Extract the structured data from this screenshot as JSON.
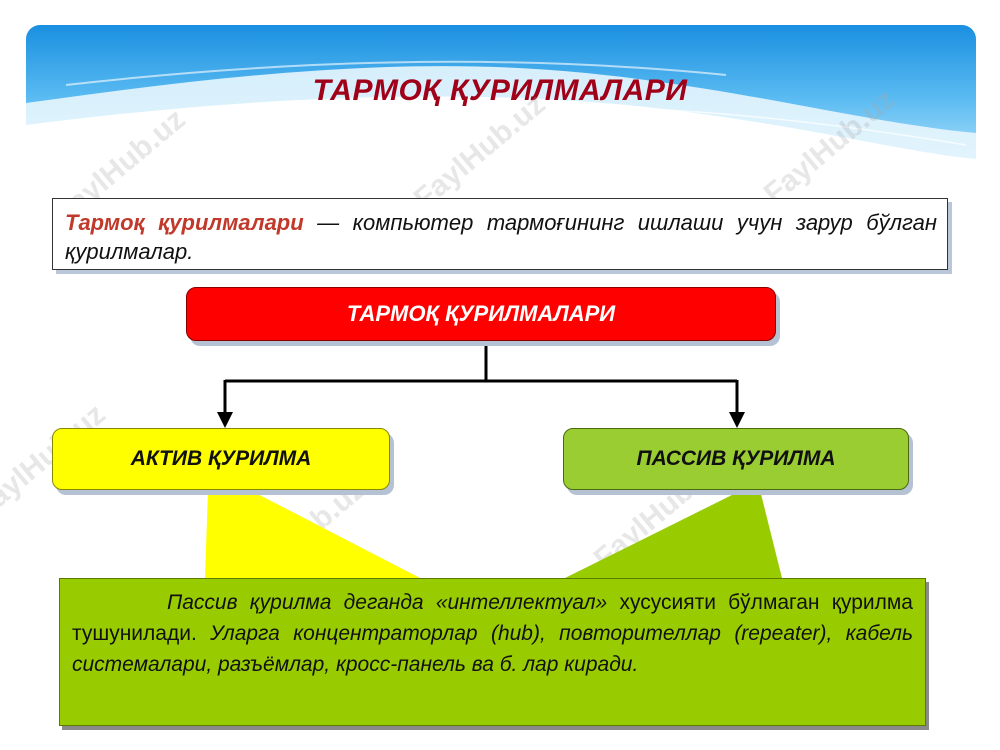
{
  "title": "ТАРМОҚ ҚУРИЛМАЛАРИ",
  "watermark": "FaylHub.uz",
  "definition": {
    "term": "Тармоқ қурилмалари",
    "text": " — компьютер тармоғининг ишлаши учун зарур бўлган қурилмалар."
  },
  "diagram": {
    "root_label": "ТАРМОҚ ҚУРИЛМАЛАРИ",
    "left_label": "АКТИВ ҚУРИЛМА",
    "right_label": "ПАССИВ ҚУРИЛМА"
  },
  "callout": {
    "part1": "Пассив қурилма деганда «интеллектуал»",
    "part2": " хусусияти бўлмаган қурилма тушунилади.",
    "part3": " Уларга концентраторлар (hub), повторителлар (repeater), кабель системалари, разъёмлар, кросс-панель ва б. лар киради."
  },
  "colors": {
    "title": "#a00018",
    "root_box": "#ff0000",
    "active_box": "#ffff00",
    "passive_box": "#9acd32",
    "callout": "#99cc00"
  }
}
